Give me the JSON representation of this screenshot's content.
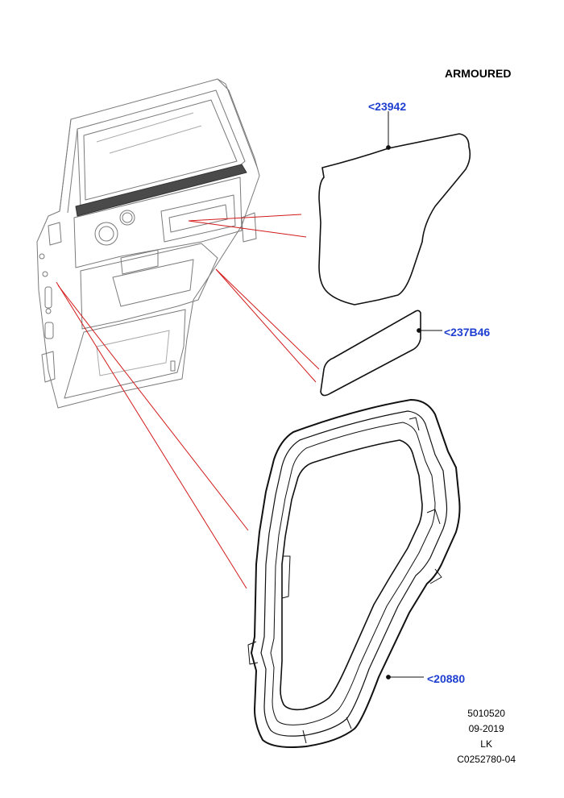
{
  "variant_label": "ARMOURED",
  "callouts": [
    {
      "label": "<23942",
      "part": "door-trim-panel"
    },
    {
      "label": "<237B46",
      "part": "small-insulation-pad"
    },
    {
      "label": "<20880",
      "part": "door-seal-weatherstrip"
    }
  ],
  "footer": {
    "ref_number": "5010520",
    "date": "09-2019",
    "initials": "LK",
    "code": "C0252780-04"
  },
  "colors": {
    "leader_lines": "#d21a1a",
    "callout_text": "#1f3fd0",
    "drawing_lines": "#555555"
  }
}
